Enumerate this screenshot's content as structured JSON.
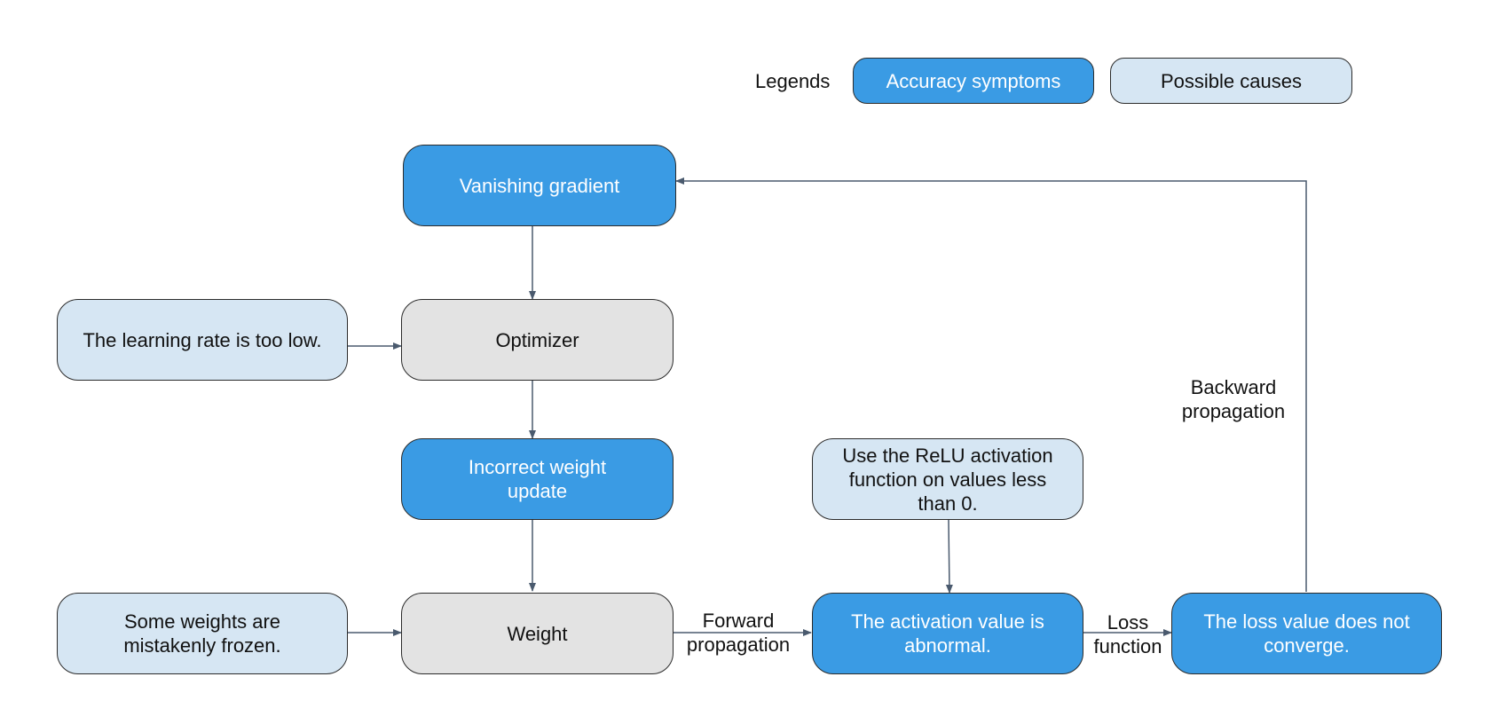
{
  "legend": {
    "label": "Legends",
    "symptom": "Accuracy symptoms",
    "cause": "Possible causes"
  },
  "nodes": {
    "vanishing": "Vanishing gradient",
    "optimizer": "Optimizer",
    "lr_low": "The learning rate is too low.",
    "incorrect_update": "Incorrect weight update",
    "weight": "Weight",
    "frozen": "Some weights are mistakenly frozen.",
    "relu": "Use the ReLU activation function on values less than 0.",
    "activation": "The activation value is abnormal.",
    "loss": "The loss value does not converge."
  },
  "edges": {
    "forward": "Forward propagation",
    "loss_fn": "Loss function",
    "backward": "Backward propagation"
  },
  "colors": {
    "symptom": "#3a9be4",
    "cause": "#d6e6f3",
    "neutral": "#e3e3e3",
    "arrow": "#4a5a6e"
  }
}
